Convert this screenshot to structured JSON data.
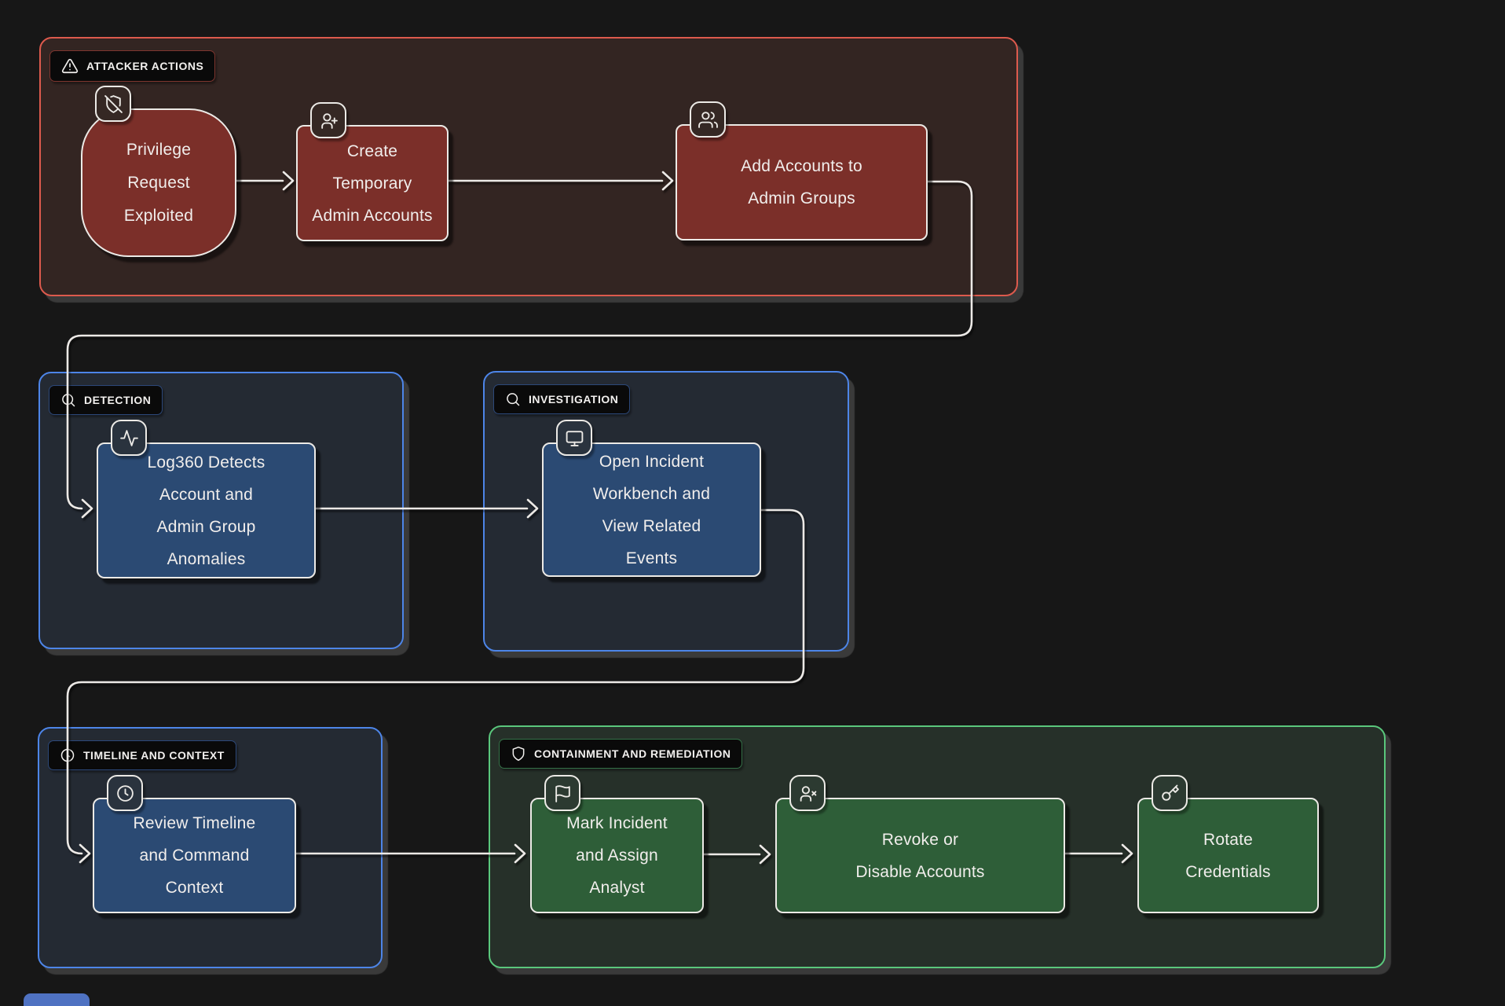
{
  "diagram": {
    "title_note": "Incident response flow diagram",
    "sections": {
      "attacker": {
        "label": "ATTACKER ACTIONS",
        "icon": "alert-triangle-icon",
        "accent": "#dd5a4d",
        "fill": "#332522"
      },
      "detection": {
        "label": "DETECTION",
        "icon": "search-icon",
        "accent": "#4d85e8",
        "fill": "#242a33"
      },
      "investigation": {
        "label": "INVESTIGATION",
        "icon": "search-icon",
        "accent": "#4d85e8",
        "fill": "#242a33"
      },
      "timeline": {
        "label": "TIMELINE AND CONTEXT",
        "icon": "clock-icon",
        "accent": "#4d85e8",
        "fill": "#242a33"
      },
      "containment": {
        "label": "CONTAINMENT AND REMEDIATION",
        "icon": "shield-icon",
        "accent": "#5ac77c",
        "fill": "#263029"
      }
    },
    "nodes": {
      "privilege": {
        "section": "attacker",
        "shape": "stadium",
        "icon": "shield-off-icon",
        "fill": "#7b2f29",
        "lines": [
          "Privilege",
          "Request",
          "Exploited"
        ]
      },
      "create": {
        "section": "attacker",
        "shape": "rect",
        "icon": "user-plus-icon",
        "fill": "#7b2f29",
        "lines": [
          "Create",
          "Temporary",
          "Admin Accounts"
        ]
      },
      "add": {
        "section": "attacker",
        "shape": "rect",
        "icon": "users-icon",
        "fill": "#7b2f29",
        "lines": [
          "Add Accounts to",
          "Admin Groups"
        ]
      },
      "log360": {
        "section": "detection",
        "shape": "rect",
        "icon": "activity-icon",
        "fill": "#2b4a73",
        "lines": [
          "Log360 Detects",
          "Account and",
          "Admin Group",
          "Anomalies"
        ]
      },
      "open": {
        "section": "investigation",
        "shape": "rect",
        "icon": "monitor-icon",
        "fill": "#2b4a73",
        "lines": [
          "Open Incident",
          "Workbench and",
          "View Related",
          "Events"
        ]
      },
      "review": {
        "section": "timeline",
        "shape": "rect",
        "icon": "clock-icon",
        "fill": "#2b4a73",
        "lines": [
          "Review Timeline",
          "and Command",
          "Context"
        ]
      },
      "mark": {
        "section": "containment",
        "shape": "rect",
        "icon": "flag-icon",
        "fill": "#2e5e38",
        "lines": [
          "Mark Incident",
          "and Assign",
          "Analyst"
        ]
      },
      "revoke": {
        "section": "containment",
        "shape": "rect",
        "icon": "user-x-icon",
        "fill": "#2e5e38",
        "lines": [
          "Revoke or",
          "Disable Accounts"
        ]
      },
      "rotate": {
        "section": "containment",
        "shape": "rect",
        "icon": "key-icon",
        "fill": "#2e5e38",
        "lines": [
          "Rotate",
          "Credentials"
        ]
      }
    },
    "edges": [
      {
        "from": "privilege",
        "to": "create"
      },
      {
        "from": "create",
        "to": "add"
      },
      {
        "from": "add",
        "to": "log360"
      },
      {
        "from": "log360",
        "to": "open"
      },
      {
        "from": "open",
        "to": "review"
      },
      {
        "from": "review",
        "to": "mark"
      },
      {
        "from": "mark",
        "to": "revoke"
      },
      {
        "from": "revoke",
        "to": "rotate"
      }
    ],
    "colors": {
      "background": "#171717",
      "connector": "#ece9e6",
      "node_border": "#eceae6",
      "label_chip_bg": "#0a0a0a",
      "attacker_border": "#dd5a4d",
      "blue_border": "#4d85e8",
      "green_border": "#5ac77c"
    }
  }
}
